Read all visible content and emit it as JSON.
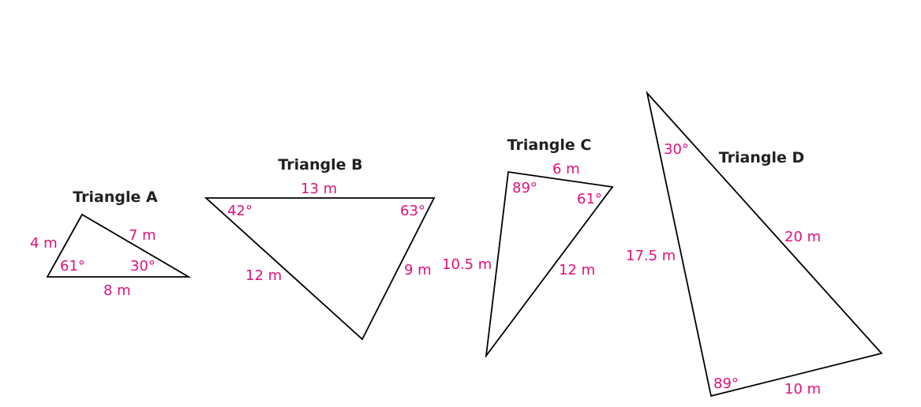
{
  "colors": {
    "label": "#e0107c",
    "title": "#231f20",
    "stroke": "#000000"
  },
  "triangles": {
    "a": {
      "title": "Triangle A",
      "sides": [
        "4 m",
        "7 m",
        "8 m"
      ],
      "angles": [
        "61°",
        "30°"
      ]
    },
    "b": {
      "title": "Triangle B",
      "sides": [
        "13 m",
        "12 m",
        "9 m"
      ],
      "angles": [
        "42°",
        "63°"
      ]
    },
    "c": {
      "title": "Triangle C",
      "sides": [
        "6 m",
        "10.5 m",
        "12 m"
      ],
      "angles": [
        "89°",
        "61°"
      ]
    },
    "d": {
      "title": "Triangle D",
      "sides": [
        "17.5 m",
        "20 m",
        "10 m"
      ],
      "angles": [
        "30°",
        "89°"
      ]
    }
  }
}
